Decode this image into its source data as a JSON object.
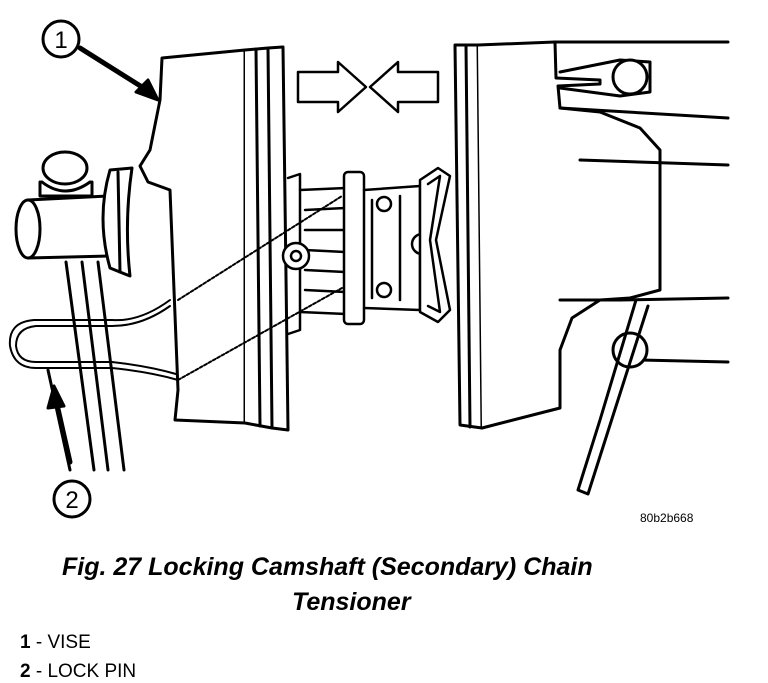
{
  "figure": {
    "callouts": [
      "1",
      "2"
    ],
    "code": "80b2b668"
  },
  "caption": {
    "line1": "Fig. 27 Locking Camshaft (Secondary) Chain",
    "line2": "Tensioner"
  },
  "legend": [
    {
      "num": "1",
      "text": " - VISE"
    },
    {
      "num": "2",
      "text": " - LOCK PIN"
    }
  ]
}
